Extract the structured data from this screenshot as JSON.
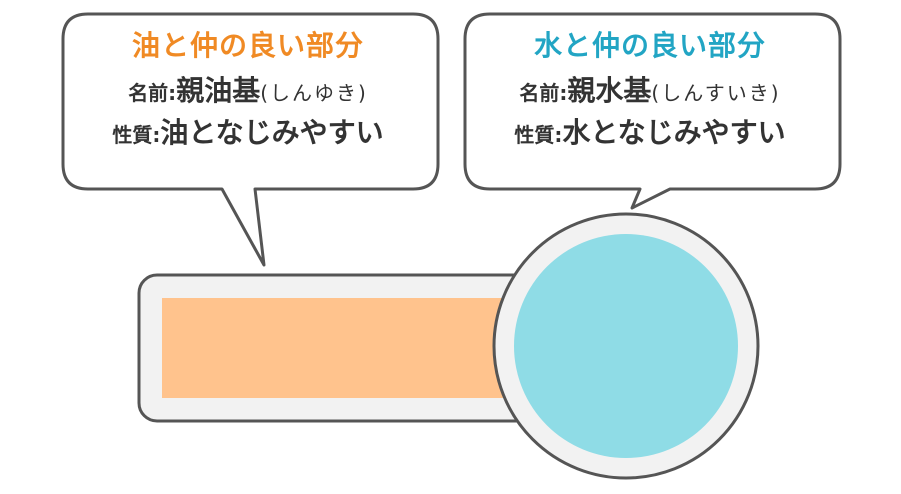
{
  "colors": {
    "oil_title": "#f08a24",
    "water_title": "#22a5c4",
    "outline": "#555555",
    "text": "#333333",
    "oil_fill": "#ffc38d",
    "water_fill": "#8fdce6",
    "bubble_fill": "#ffffff",
    "tail_fill": "#f2f2f2"
  },
  "bubbles": {
    "oil": {
      "title": "油と仲の良い部分",
      "name_label": "名前:",
      "name_value": "親油基",
      "name_reading": "(しんゆき)",
      "property_label": "性質:",
      "property_value": "油となじみやすい"
    },
    "water": {
      "title": "水と仲の良い部分",
      "name_label": "名前:",
      "name_value": "親水基",
      "name_reading": "(しんすいき)",
      "property_label": "性質:",
      "property_value": "水となじみやすい"
    }
  }
}
